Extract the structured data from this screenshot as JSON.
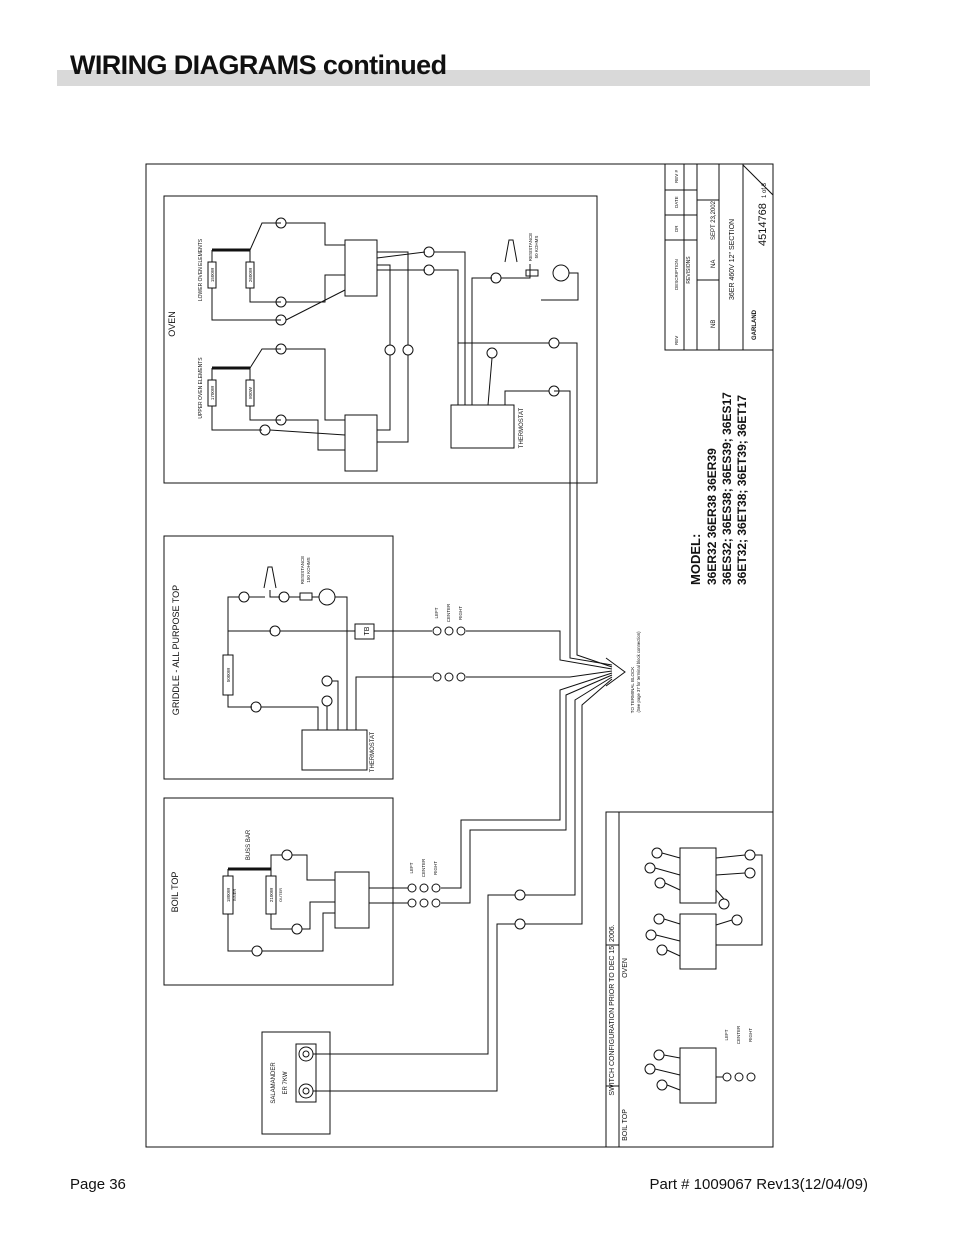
{
  "page": {
    "title": "WIRING DIAGRAMS continued",
    "page_number": "Page 36",
    "part_number": "Part # 1009067 Rev13(12/04/09)"
  },
  "diagram": {
    "sections": {
      "oven": "OVEN",
      "griddle": "GRIDDLE - ALL PURPOSE TOP",
      "boil_top": "BOIL TOP",
      "salamander": [
        "SALAMANDER",
        "ER 7KW"
      ],
      "switch_config": "SWITCH CONFIGURATION PRIOR TO DEC 15, 2006.",
      "switch_oven": "OVEN",
      "switch_boil_top": "BOIL TOP"
    },
    "labels": {
      "lower_oven_elements": "LOWER OVEN ELEMENTS",
      "upper_oven_elements": "UPPER OVEN ELEMENTS",
      "thermostat": "THERMOSTAT",
      "resistance_oven": [
        "RESISTANCE",
        "50 KOHMS"
      ],
      "resistance_griddle": [
        "RESISTANCE",
        "150 KOHMS"
      ],
      "buss_bar": "BUSS BAR",
      "terminal_block": [
        "TO TERMINAL BLOCK",
        "(See page 37 for terminal block connection)"
      ],
      "left": "LEFT",
      "center": "CENTER",
      "right": "RIGHT",
      "tb": "TB",
      "inner": "INNER",
      "outer": "OUTER"
    },
    "elements": {
      "lower_1": "1500W",
      "lower_2": "2600W",
      "upper_1": "1700W",
      "upper_2": "800W",
      "griddle": "5000W",
      "boil_inner": "1800W",
      "boil_outer": "2100W"
    },
    "model": {
      "heading": "MODEL:",
      "line1": "36ER32 36ER38 36ER39",
      "line2": "36ES32; 36ES38; 36ES39; 36ES17",
      "line3": "36ET32; 36ET38; 36ET39; 36ET17"
    },
    "title_block": {
      "rev": "REV",
      "description": "DESCRIPTION",
      "dr": "DR",
      "date": "DATE",
      "rev_no": "REV #",
      "revisions": "REVISIONS",
      "drawn_by": "NB",
      "scale": "NA",
      "date_value": "SEPT 23,2002",
      "drawing_title": "36ER 460V 12\" SECTION",
      "drawing_number": "4514768",
      "sheet": "1 of 3",
      "company": "GARLAND"
    }
  }
}
